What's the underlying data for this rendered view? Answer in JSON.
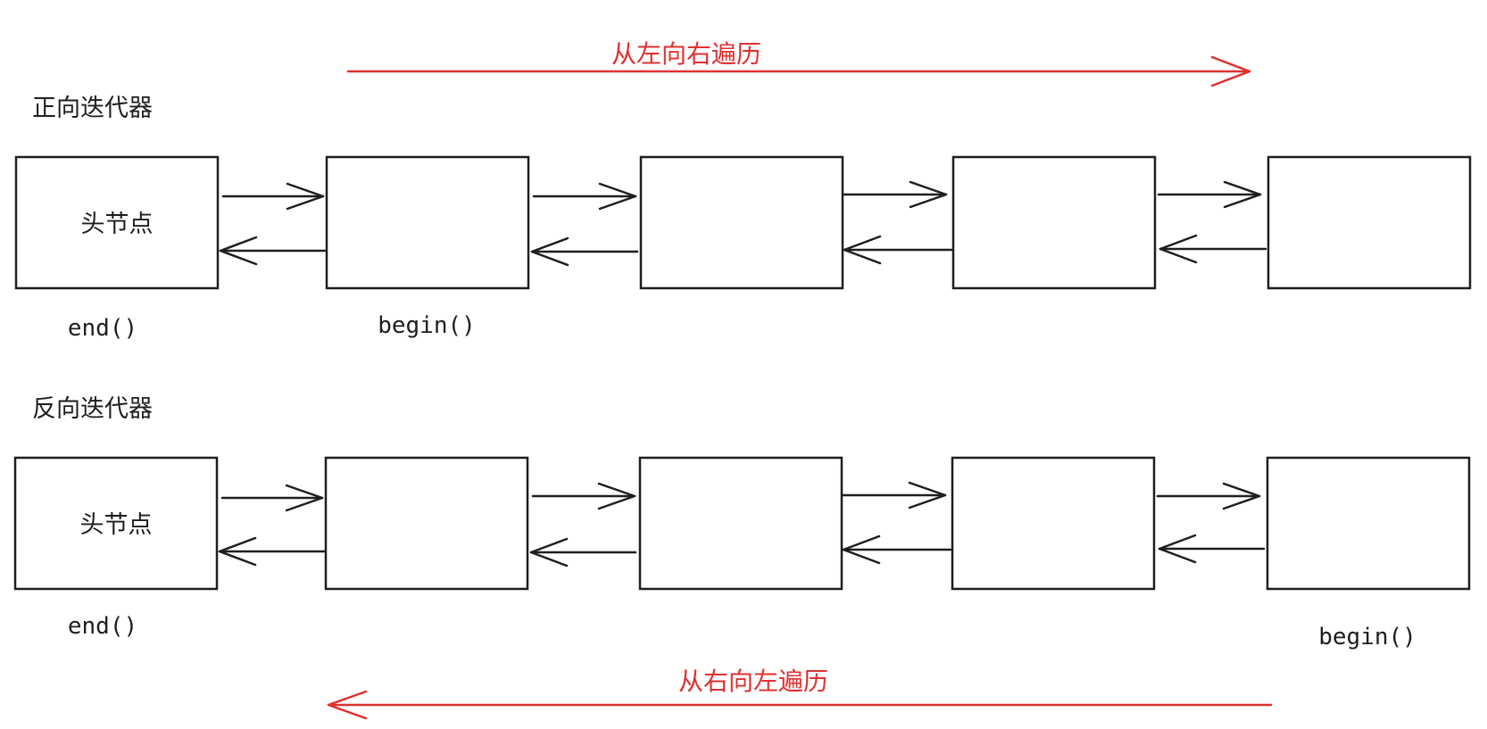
{
  "colors": {
    "stroke": "#1e1e1e",
    "direction": "#e03131",
    "background": "#ffffff"
  },
  "forward": {
    "title": "正向迭代器",
    "direction_label": "从左向右遍历",
    "head_label": "头节点",
    "end_label": "end()",
    "begin_label": "begin()",
    "node_count": 5
  },
  "reverse": {
    "title": "反向迭代器",
    "direction_label": "从右向左遍历",
    "head_label": "头节点",
    "end_label": "end()",
    "begin_label": "begin()",
    "node_count": 5
  }
}
